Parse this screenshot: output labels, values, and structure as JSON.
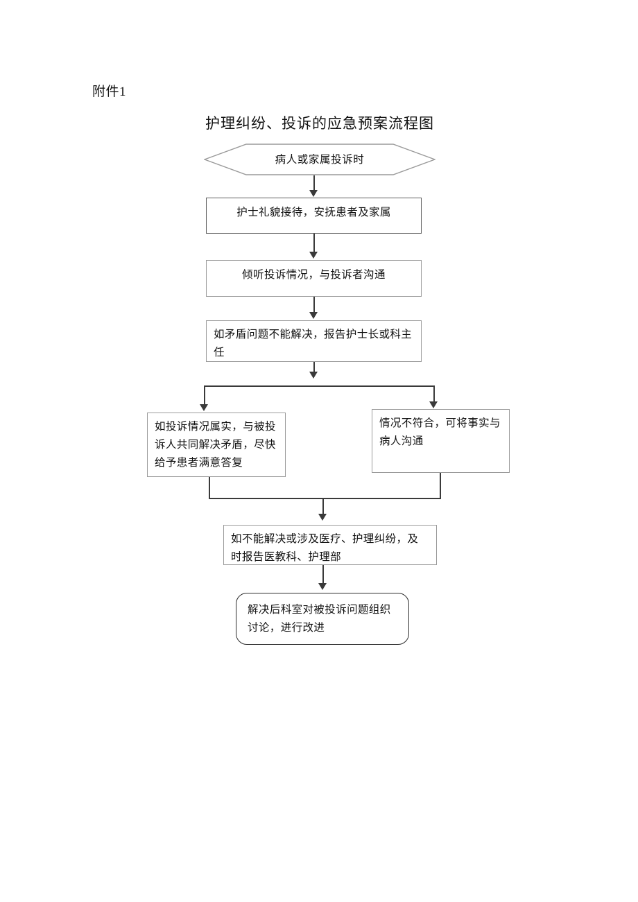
{
  "document": {
    "attachment_label": "附件1",
    "title": "护理纠纷、投诉的应急预案流程图"
  },
  "flowchart": {
    "type": "flowchart",
    "orientation": "top-to-bottom",
    "nodes": [
      {
        "id": "start",
        "shape": "hexagon",
        "text": "病人或家属投诉时"
      },
      {
        "id": "step1",
        "shape": "rectangle",
        "text": "护士礼貌接待，安抚患者及家属"
      },
      {
        "id": "step2",
        "shape": "rectangle",
        "text": "倾听投诉情况，与投诉者沟通"
      },
      {
        "id": "step3",
        "shape": "rectangle",
        "text": "如矛盾问题不能解决，报告护士长或科主任"
      },
      {
        "id": "branch_left",
        "shape": "rectangle",
        "text": "如投诉情况属实，与被投诉人共同解决矛盾，尽快给予患者满意答复"
      },
      {
        "id": "branch_right",
        "shape": "rectangle",
        "text": "情况不符合，可将事实与病人沟通"
      },
      {
        "id": "step4",
        "shape": "rectangle",
        "text": "如不能解决或涉及医疗、护理纠纷，及时报告医教科、护理部"
      },
      {
        "id": "end",
        "shape": "rounded-rectangle",
        "text": "解决后科室对被投诉问题组织讨论，进行改进"
      }
    ],
    "edges": [
      {
        "from": "start",
        "to": "step1",
        "style": "arrow"
      },
      {
        "from": "step1",
        "to": "step2",
        "style": "arrow"
      },
      {
        "from": "step2",
        "to": "step3",
        "style": "arrow"
      },
      {
        "from": "step3",
        "to": "branch_left",
        "style": "arrow-split"
      },
      {
        "from": "step3",
        "to": "branch_right",
        "style": "arrow-split"
      },
      {
        "from": "branch_left",
        "to": "step4",
        "style": "merge"
      },
      {
        "from": "branch_right",
        "to": "step4",
        "style": "merge"
      },
      {
        "from": "step4",
        "to": "end",
        "style": "arrow"
      }
    ],
    "colors": {
      "line": "#3a3a3a",
      "box_border": "#9a9a9a",
      "box_border_dark": "#5c5c5c",
      "terminator_border": "#2a2a2a",
      "background": "#ffffff",
      "text": "#111111"
    }
  }
}
